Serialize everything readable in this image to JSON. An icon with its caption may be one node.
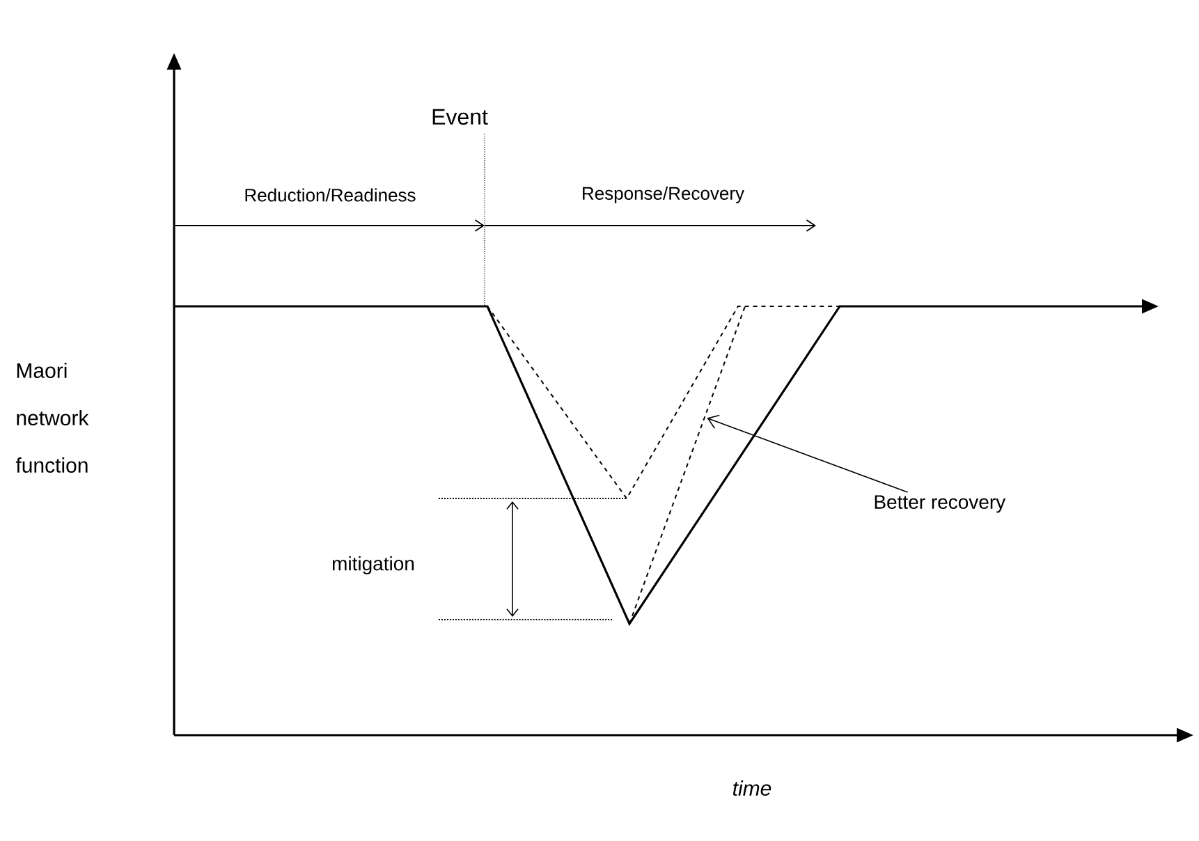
{
  "diagram": {
    "nodes": [
      {
        "text": [
          "Better recovery"
        ]
      },
      {
        "text": [],
        "shape": "line"
      }
    ],
    "edges": [
      {
        "from": 0,
        "to": 1,
        "arrow": "to"
      }
    ],
    "labels": [
      "Event",
      "Reduction/Readiness",
      "Response/Recovery",
      "Maori network function",
      "mitigation",
      "time"
    ]
  }
}
